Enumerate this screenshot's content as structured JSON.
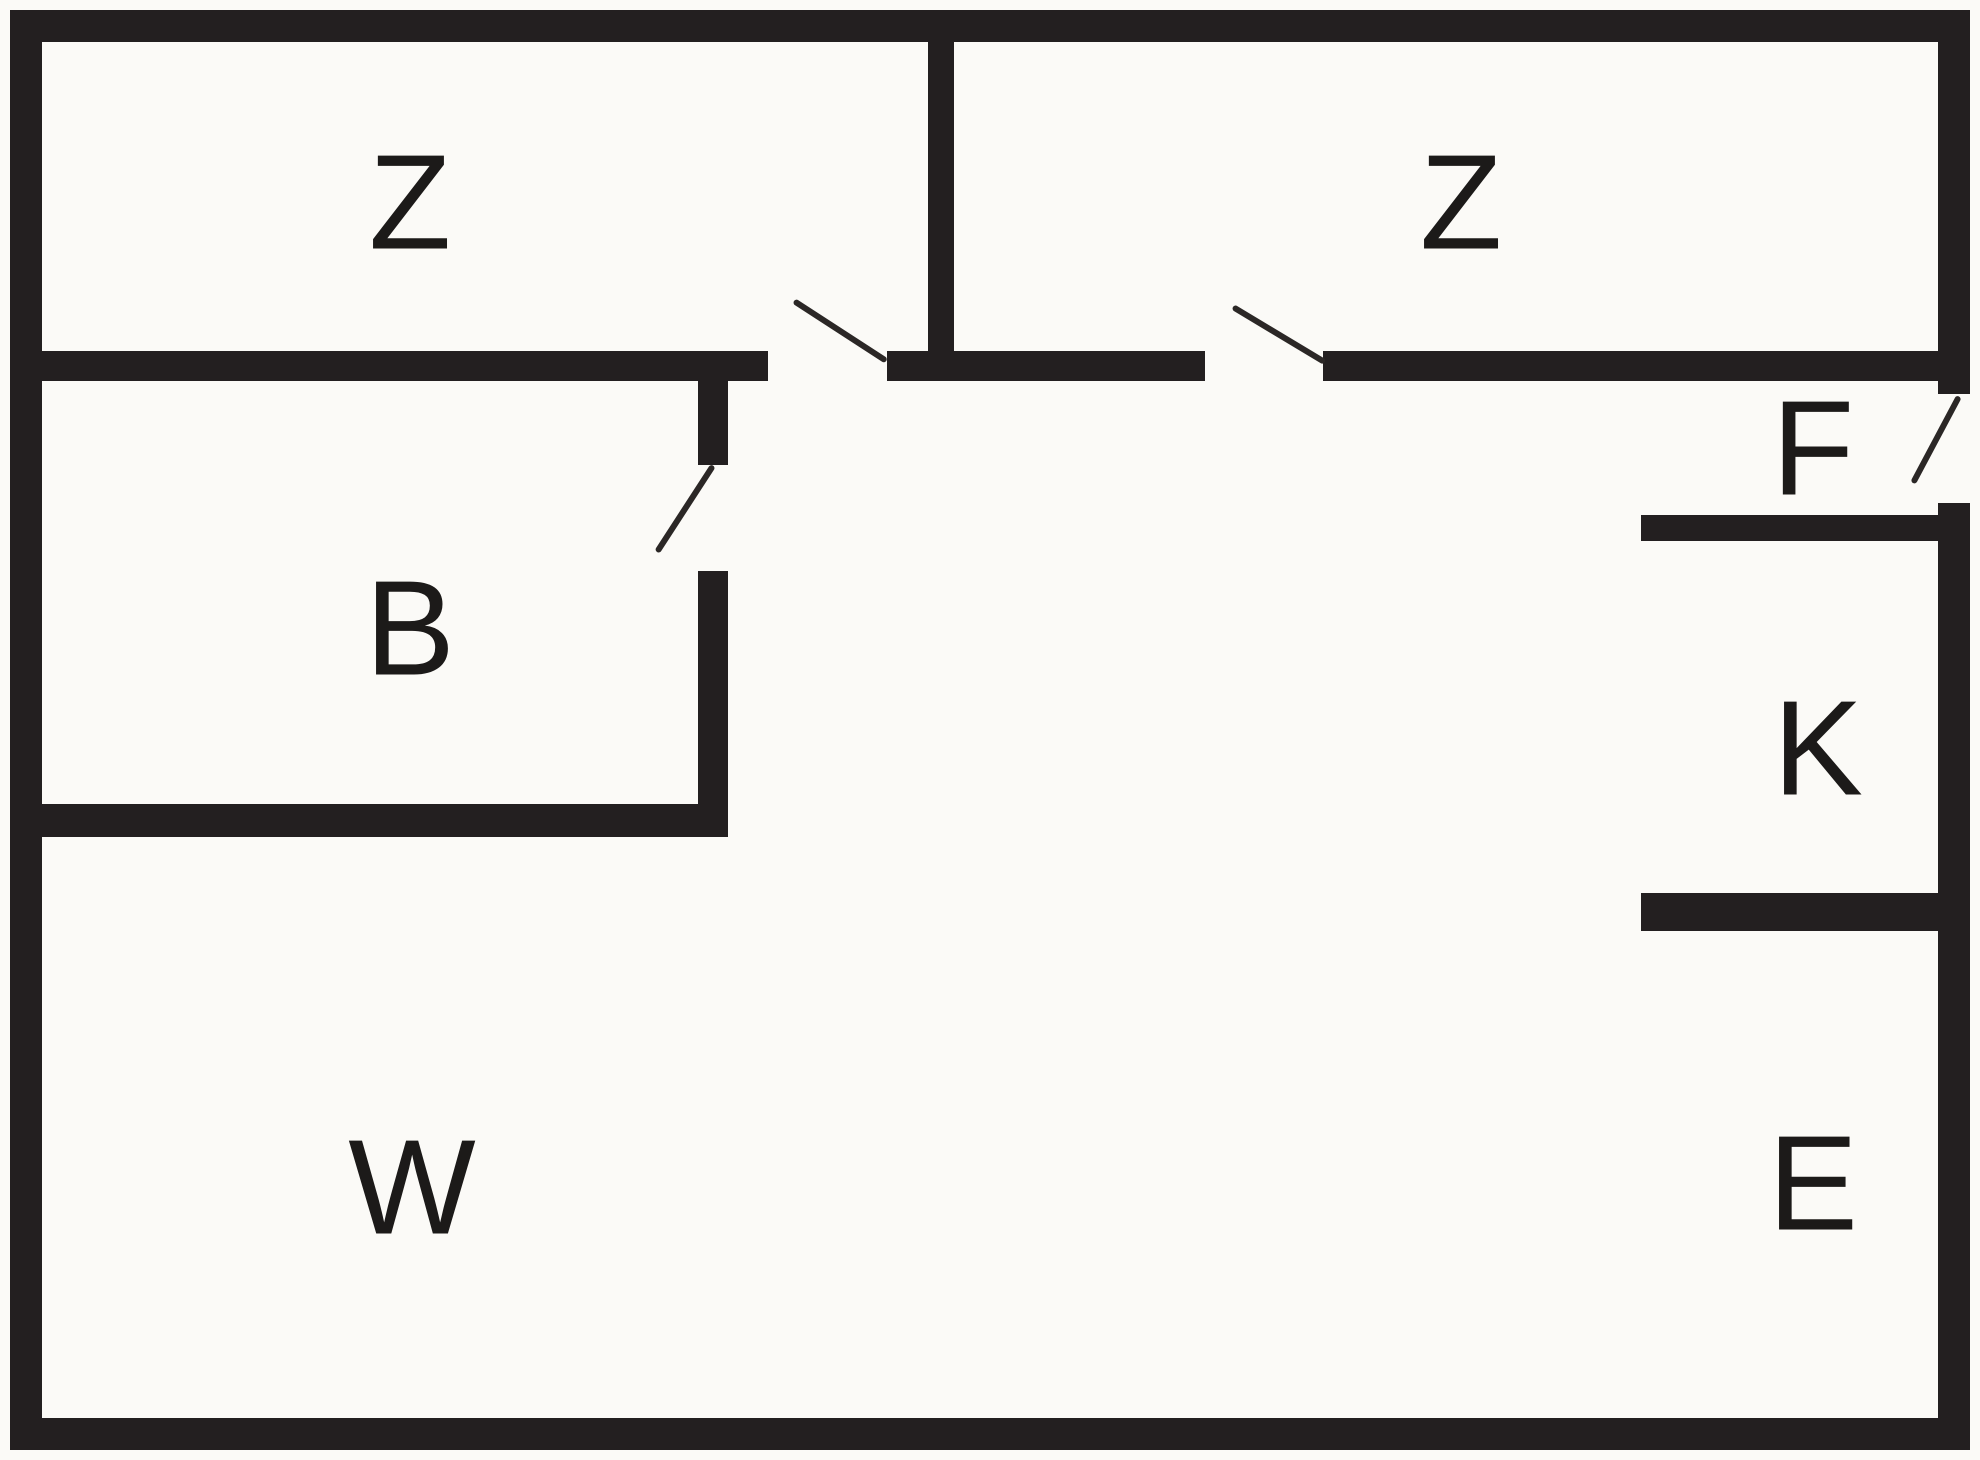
{
  "floorplan": {
    "background": "#fbfaf7",
    "wall_color": "#231f20",
    "rooms": [
      {
        "id": "z1",
        "label": "Z"
      },
      {
        "id": "z2",
        "label": "Z"
      },
      {
        "id": "b",
        "label": "B"
      },
      {
        "id": "f",
        "label": "F"
      },
      {
        "id": "k",
        "label": "K"
      },
      {
        "id": "w",
        "label": "W"
      },
      {
        "id": "e",
        "label": "E"
      }
    ],
    "doors": [
      {
        "id": "door-room-z1"
      },
      {
        "id": "door-room-z2"
      },
      {
        "id": "door-room-b"
      },
      {
        "id": "door-entrance"
      }
    ]
  }
}
